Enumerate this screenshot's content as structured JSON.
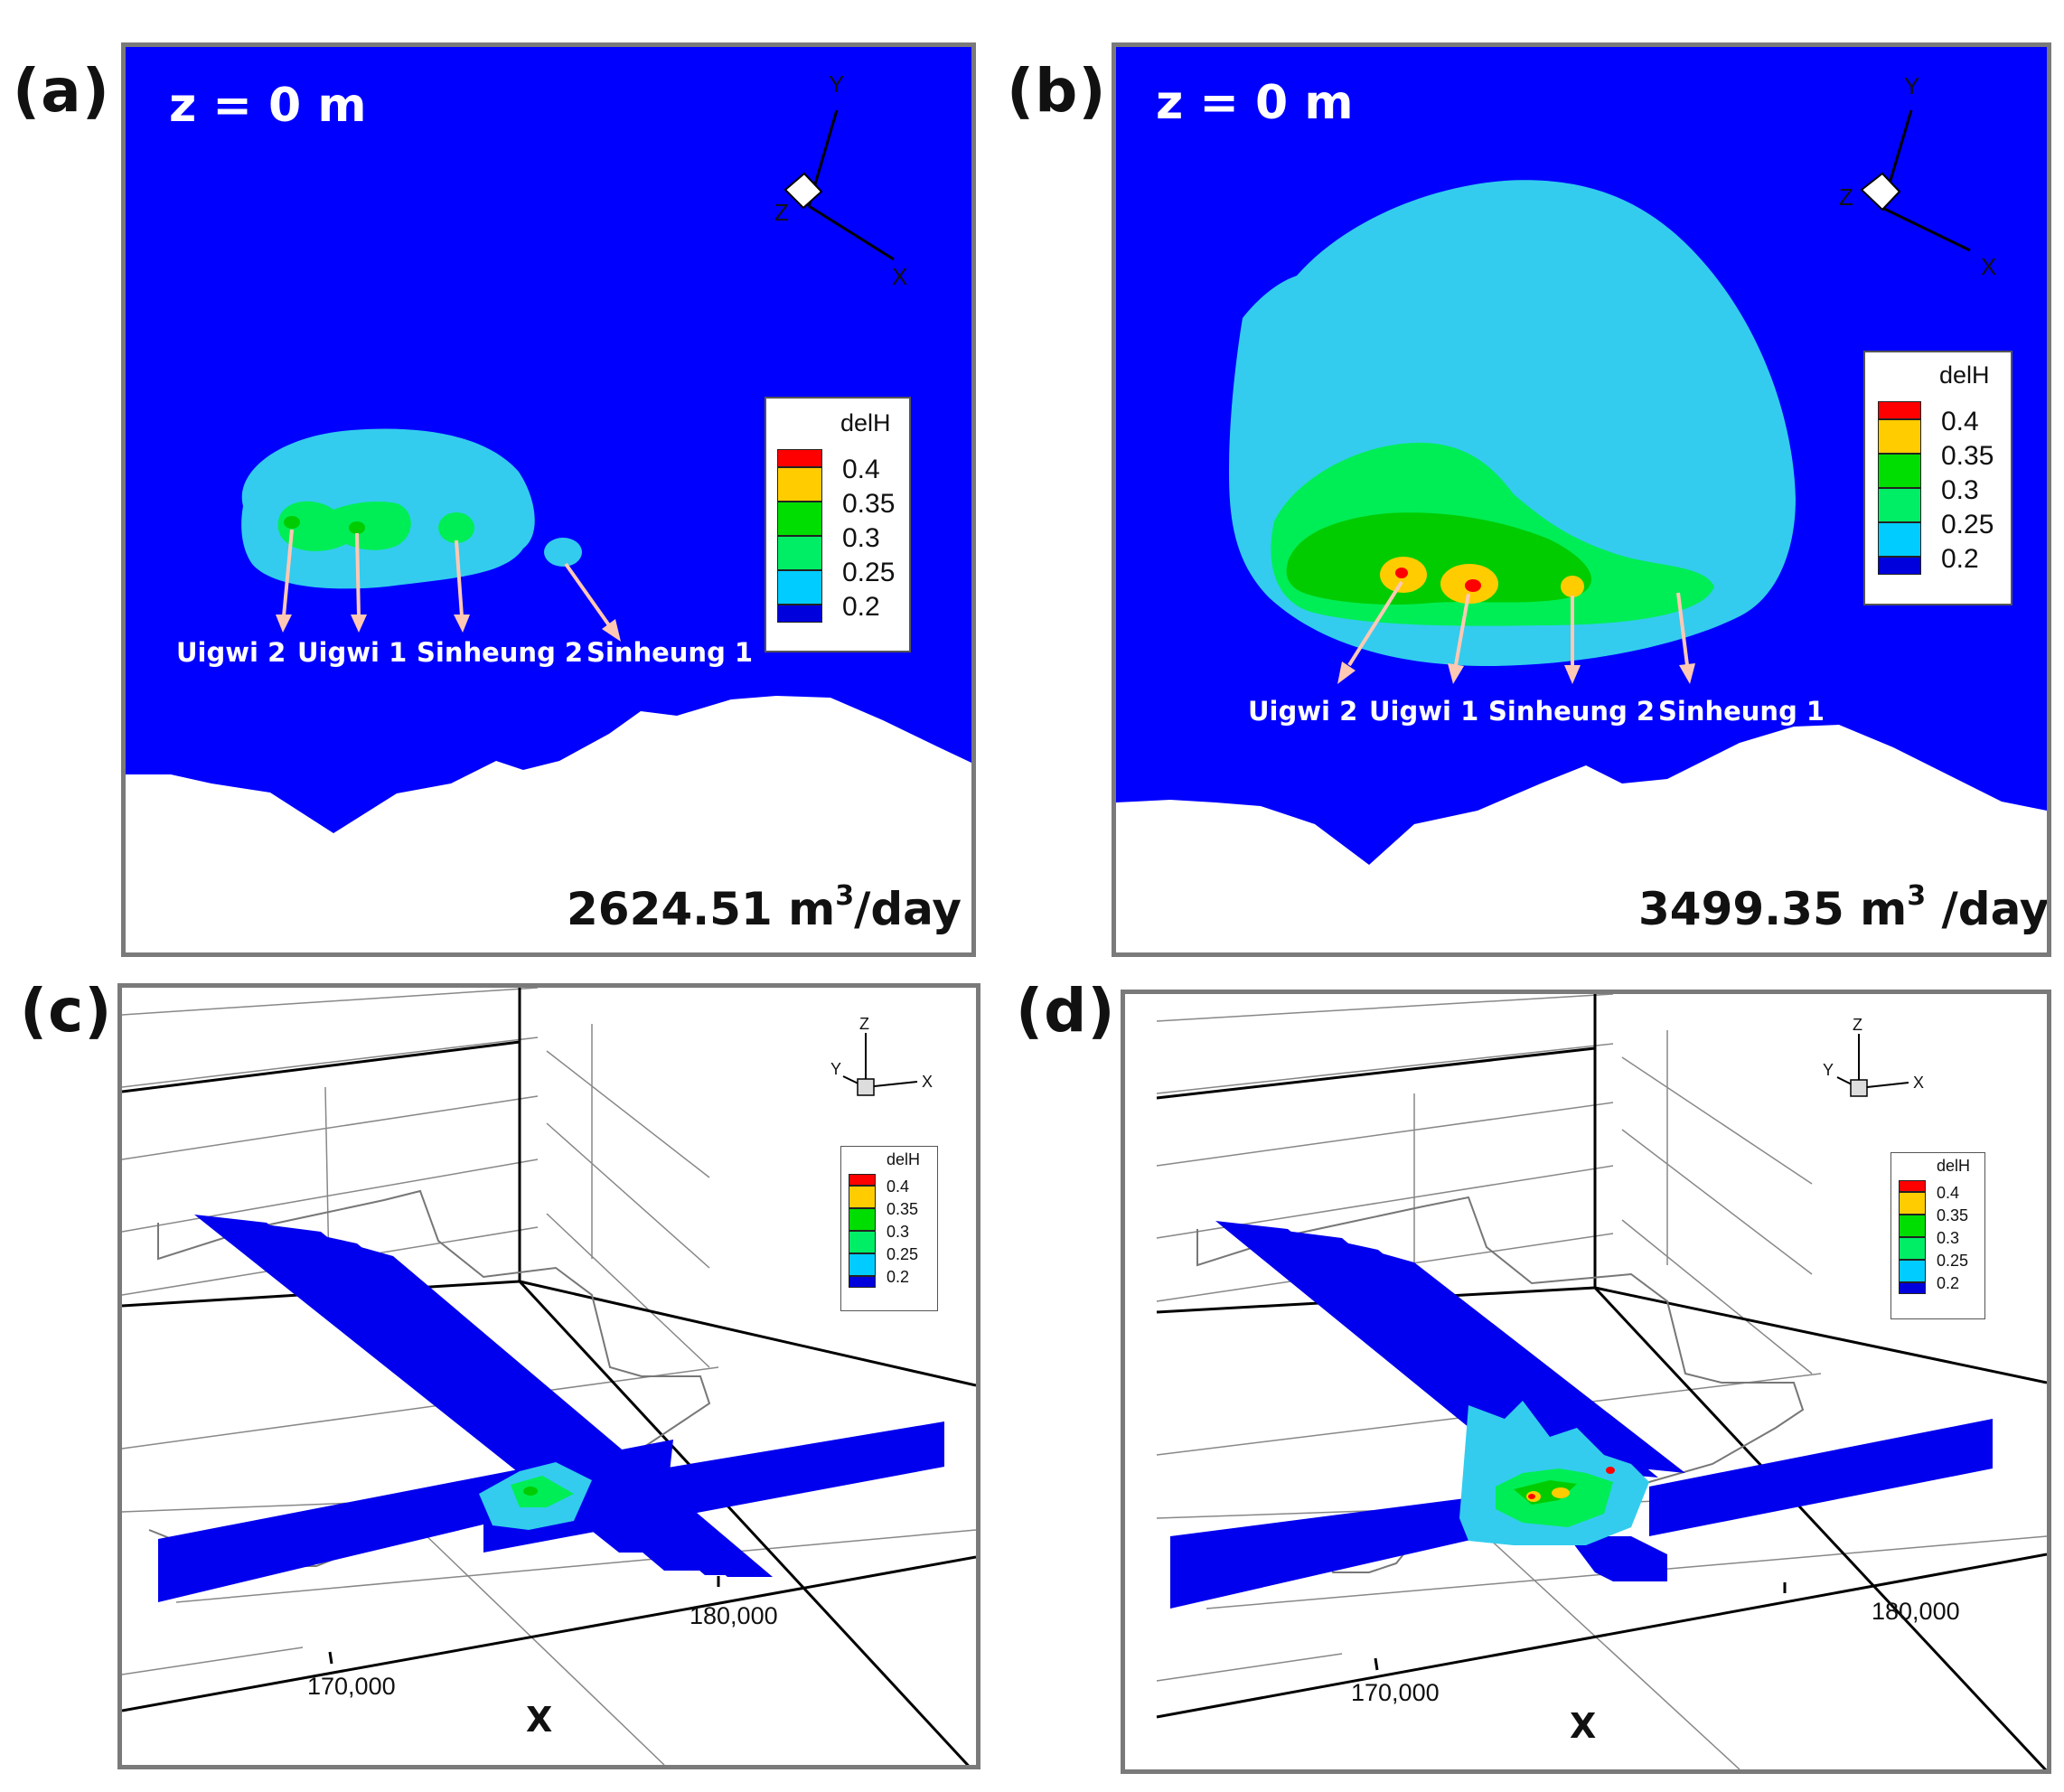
{
  "panels": [
    {
      "id": "a",
      "label": "(a)",
      "layer": "z = 0 m",
      "rate_value": "2624.51 m",
      "rate_exp": "3",
      "rate_unit": "/day",
      "wells": [
        "Uigwi 2",
        "Uigwi 1",
        "Sinheung 2",
        "Sinheung 1"
      ],
      "axes": {
        "x": "X",
        "y": "Y",
        "z": "Z"
      }
    },
    {
      "id": "b",
      "label": "(b)",
      "layer": "z = 0 m",
      "rate_value": "3499.35 m",
      "rate_exp": "3",
      "rate_unit": " /day",
      "wells": [
        "Uigwi 2",
        "Uigwi 1",
        "Sinheung 2",
        "Sinheung 1"
      ],
      "axes": {
        "x": "X",
        "y": "Y",
        "z": "Z"
      }
    },
    {
      "id": "c",
      "label": "(c)",
      "x_ticks": [
        "170,000",
        "180,000"
      ],
      "x_axis_label": "X",
      "axes": {
        "x": "X",
        "y": "Y",
        "z": "Z"
      }
    },
    {
      "id": "d",
      "label": "(d)",
      "x_ticks": [
        "170,000",
        "180,000"
      ],
      "x_axis_label": "X",
      "axes": {
        "x": "X",
        "y": "Y",
        "z": "Z"
      }
    }
  ],
  "legend": {
    "title": "delH",
    "levels": [
      "0.4",
      "0.35",
      "0.3",
      "0.25",
      "0.2"
    ],
    "colors": [
      "#ff0000",
      "#ffcc00",
      "#00dd00",
      "#00ee66",
      "#00ccff",
      "#0000dd"
    ]
  },
  "colors": {
    "background_field": "#0000ff",
    "contour_025": "#33ccee",
    "contour_030": "#00ee55",
    "contour_035": "#00cc00",
    "contour_040": "#ffcc00",
    "peak": "#ff0000",
    "arrow": "#ffc8b4",
    "frame": "#7a7a7a"
  }
}
